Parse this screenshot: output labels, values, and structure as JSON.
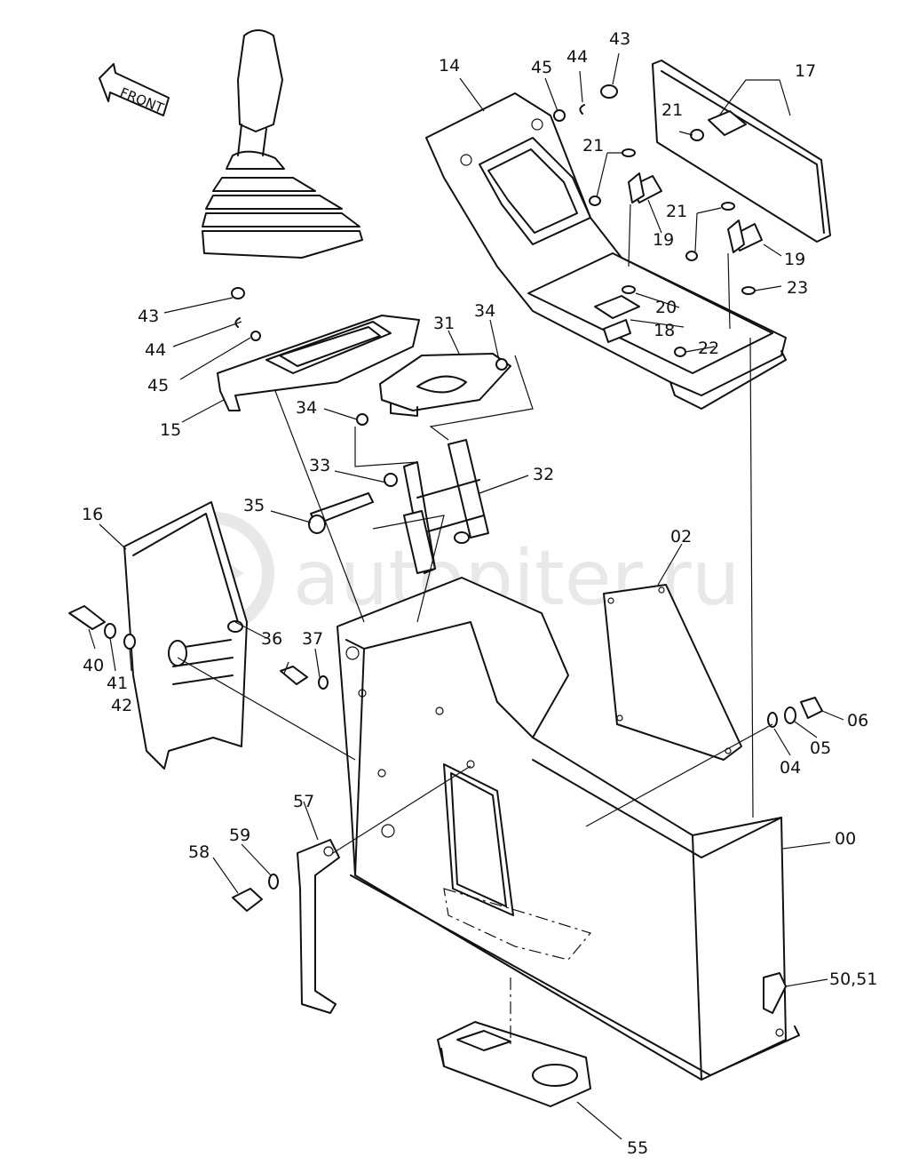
{
  "front_label": "FRONT",
  "watermark": "autopiter.ru",
  "labels": {
    "l00": "00",
    "l02": "02",
    "l04": "04",
    "l05": "05",
    "l06": "06",
    "l14": "14",
    "l15": "15",
    "l16": "16",
    "l17": "17",
    "l18": "18",
    "l19a": "19",
    "l19b": "19",
    "l20": "20",
    "l21a": "21",
    "l21b": "21",
    "l21c": "21",
    "l22": "22",
    "l23": "23",
    "l31": "31",
    "l32": "32",
    "l33": "33",
    "l34a": "34",
    "l34b": "34",
    "l35": "35",
    "l36": "36",
    "l37": "37",
    "l40": "40",
    "l41": "41",
    "l42": "42",
    "l43a": "43",
    "l43b": "43",
    "l44a": "44",
    "l44b": "44",
    "l45a": "45",
    "l45b": "45",
    "l50": "50,51",
    "l55": "55",
    "l57": "57",
    "l58": "58",
    "l59": "59"
  }
}
